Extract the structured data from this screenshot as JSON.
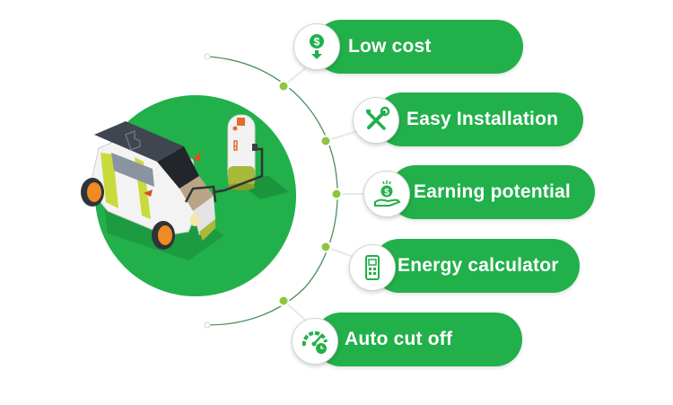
{
  "features": [
    {
      "label": "Low cost",
      "icon": "dollar-down-arrow-icon"
    },
    {
      "label": "Easy Installation",
      "icon": "wrench-screwdriver-icon"
    },
    {
      "label": "Earning potential",
      "icon": "hand-coin-icon"
    },
    {
      "label": "Energy calculator",
      "icon": "calculator-icon"
    },
    {
      "label": "Auto cut off",
      "icon": "speedometer-timer-icon"
    }
  ],
  "illustration": {
    "subject": "electric car at charging station",
    "circle_color": "#22b04b"
  },
  "colors": {
    "pill_green": "#22b04b",
    "dot_green": "#8cc63f",
    "arc_line": "#4b8f5b",
    "icon_green": "#22b04b",
    "text_white": "#ffffff"
  }
}
